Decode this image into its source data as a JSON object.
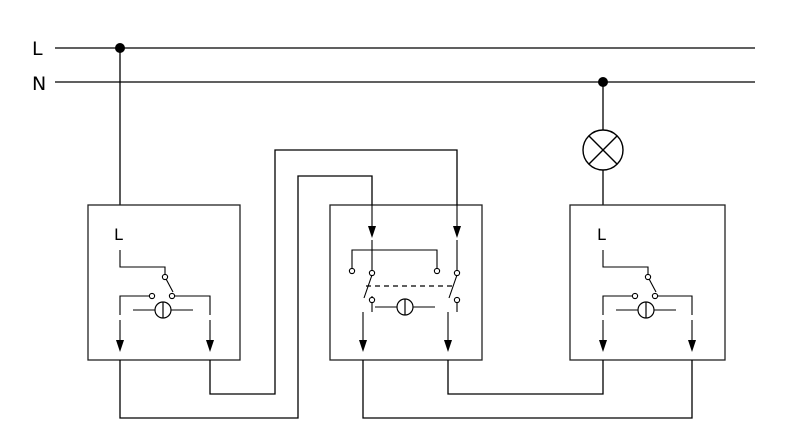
{
  "labels": {
    "line_phase": "L",
    "line_neutral": "N",
    "switch_left_terminal": "L",
    "switch_right_terminal": "L"
  },
  "components": {
    "lamp": "lamp-symbol",
    "switch_left": "two-way-switch",
    "switch_middle": "intermediate-switch",
    "switch_right": "two-way-switch"
  }
}
